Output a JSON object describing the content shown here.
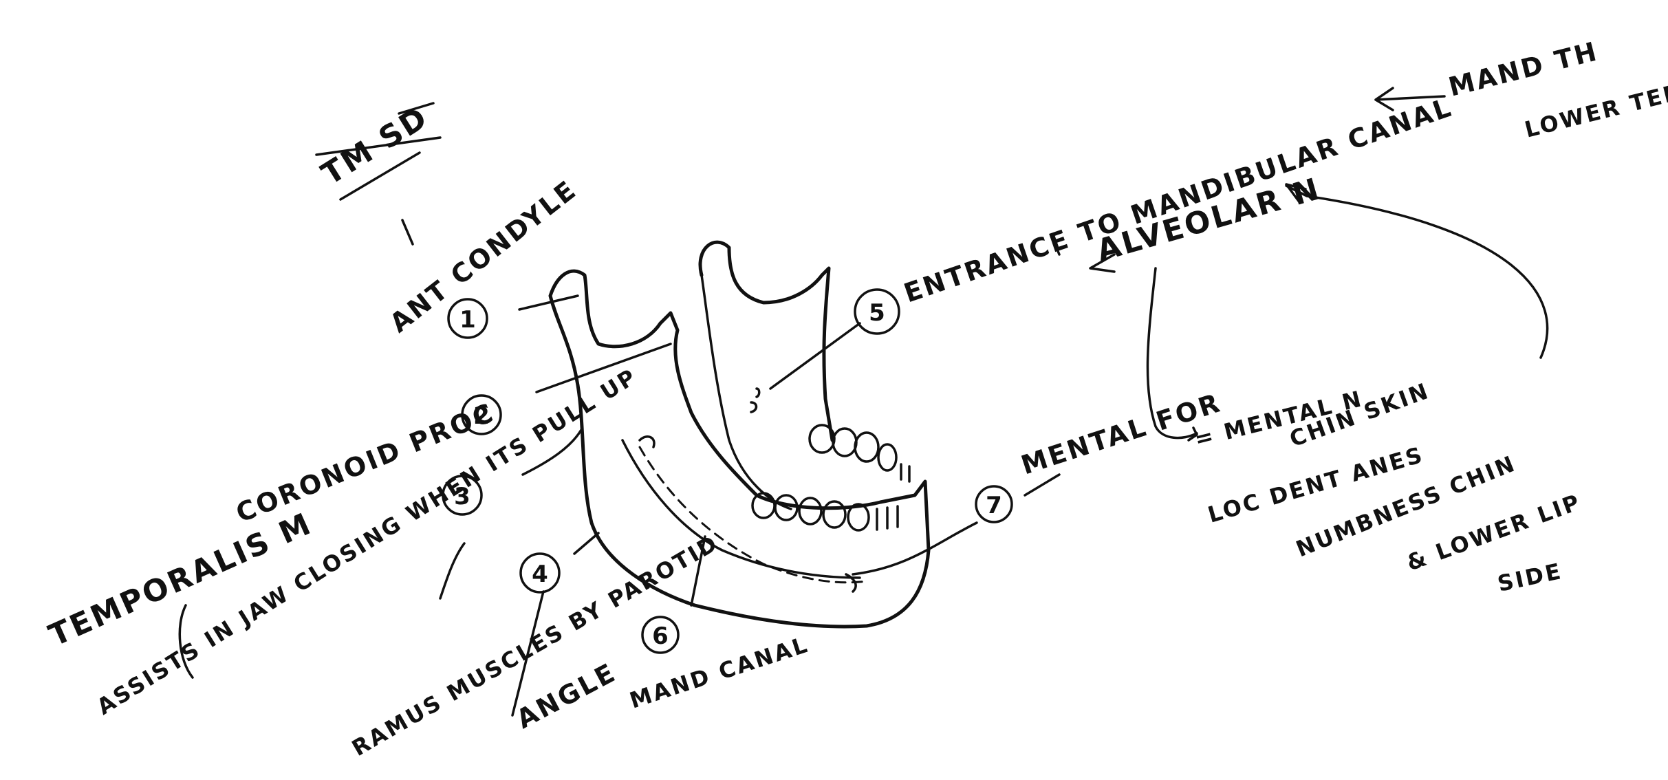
{
  "labels": {
    "tmjoint": "TM SD",
    "condyle": "ANT CONDYLE",
    "coronoid": "CORONOID PROC",
    "temporalis": "TEMPORALIS M",
    "assists": "ASSISTS IN JAW CLOSING WHEN ITS PULL UP",
    "ramus": "RAMUS MUSCLES BY PAROTID",
    "angle": "ANGLE",
    "mand_canal": "MAND CANAL",
    "entrance": "ENTRANCE TO MANDIBULAR CANAL",
    "alveolar": "ALVEOLAR N",
    "mand_teeth_top": "MAND TH",
    "lower_teeth": "LOWER TEETH",
    "mental_for": "MENTAL FOR",
    "mental_n": "= MENTAL N",
    "chin_skin": "CHIN SKIN",
    "loc_dent": "LOC DENT ANES",
    "numbness": "NUMBNESS CHIN",
    "lower_lip": "& LOWER LIP",
    "side": "SIDE"
  },
  "markers": [
    "1",
    "2",
    "3",
    "4",
    "5",
    "6",
    "7"
  ]
}
